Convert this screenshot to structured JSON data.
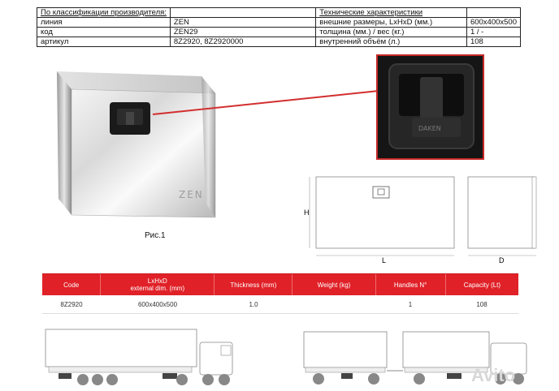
{
  "spec_table": {
    "header": [
      "По классификации производителя:",
      "",
      "Технические характеристики",
      ""
    ],
    "rows": [
      [
        "линия",
        "ZEN",
        "внешние размеры, LxHxD (мм.)",
        "600x400x500"
      ],
      [
        "код",
        "ZEN29",
        "толщина (мм.) / вес (кг.)",
        "1 / -"
      ],
      [
        "артикул",
        "8Z2920, 8Z2920000",
        "внутренний объём (л.)",
        "108"
      ]
    ]
  },
  "photo": {
    "box_brand": "ZEN",
    "figure_label": "Рис.1"
  },
  "zoom": {
    "brand": "DAKEN"
  },
  "drawing": {
    "height_label": "H",
    "length_label": "L",
    "depth_label": "D"
  },
  "product_table": {
    "headers": [
      "Code",
      "LxHxD\nexternal dim. (mm)",
      "Thickness (mm)",
      "Weight (kg)",
      "Handles N°",
      "Capacity (Lt)"
    ],
    "row": [
      "8Z2920",
      "600x400x500",
      "1.0",
      "",
      "1",
      "108"
    ]
  },
  "watermark": "Avito",
  "colors": {
    "accent_red": "#e02128",
    "zoom_border": "#c62828"
  }
}
